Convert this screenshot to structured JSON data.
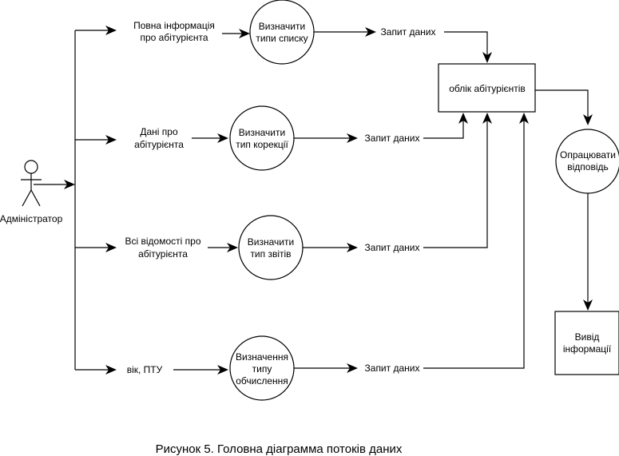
{
  "actor": {
    "label": "Адміністратор"
  },
  "rows": [
    {
      "data_label": [
        "Повна інформація",
        "про абітурієнта"
      ],
      "process_label": [
        "Визначити",
        "типи списку"
      ],
      "request_label": "Запит даних"
    },
    {
      "data_label": [
        "Дані про",
        "абітурієнта"
      ],
      "process_label": [
        "Визначити",
        "тип корекції"
      ],
      "request_label": "Запит даних"
    },
    {
      "data_label": [
        "Всі відомості про",
        "абітурієнта"
      ],
      "process_label": [
        "Визначити",
        "тип звітів"
      ],
      "request_label": "Запит даних"
    },
    {
      "data_label": [
        "вік, ПТУ"
      ],
      "process_label": [
        "Визначення",
        "типу",
        "обчислення"
      ],
      "request_label": "Запит даних"
    }
  ],
  "store": {
    "label": "облік абітурієнтів"
  },
  "process_response": {
    "label": [
      "Опрацювати",
      "відповідь"
    ]
  },
  "output": {
    "label": [
      "Вивід",
      "інформації"
    ]
  },
  "caption": "Рисунок 5. Головна діаграмма потоків даних"
}
